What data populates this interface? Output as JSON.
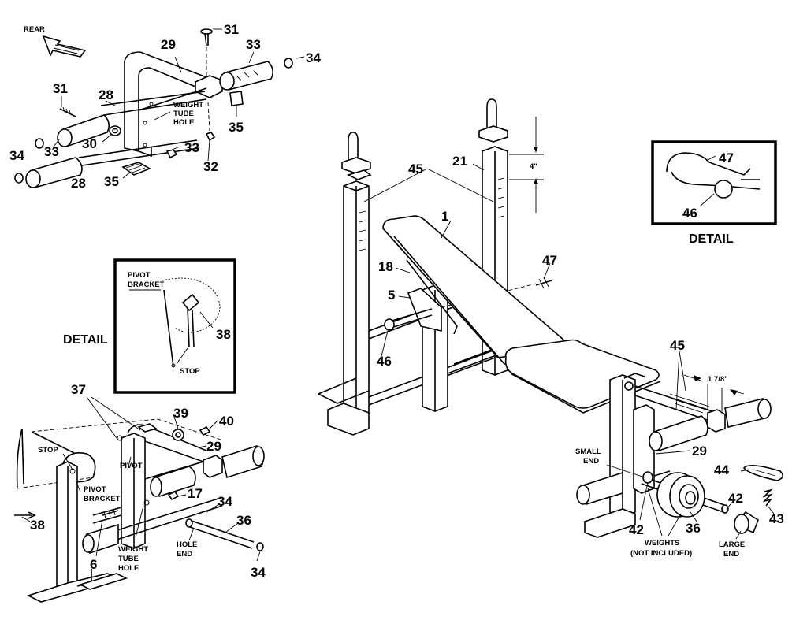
{
  "callouts": {
    "c31a": "31",
    "c33a": "33",
    "c34a": "34",
    "c29a": "29",
    "c31b": "31",
    "c28a": "28",
    "c35a": "35",
    "c30": "30",
    "c33b": "33",
    "c34b": "34",
    "c33c": "33",
    "c32": "32",
    "c28b": "28",
    "c35b": "35",
    "c21": "21",
    "c45a": "45",
    "c1": "1",
    "c18": "18",
    "c5": "5",
    "c46a": "46",
    "c47a": "47",
    "c47b": "47",
    "c46b": "46",
    "c38a": "38",
    "c37": "37",
    "c39": "39",
    "c40": "40",
    "c29b": "29",
    "c17": "17",
    "c34c": "34",
    "c36a": "36",
    "c38b": "38",
    "c6": "6",
    "c34d": "34",
    "c45b": "45",
    "c29c": "29",
    "c44": "44",
    "c42a": "42",
    "c42b": "42",
    "c43": "43",
    "c36b": "36"
  },
  "labels": {
    "rear": "REAR",
    "weight_tube_hole_top": [
      "WEIGHT",
      "TUBE",
      "HOLE"
    ],
    "detail_right": "DETAIL",
    "detail_left": "DETAIL",
    "pivot_bracket_detail": [
      "PIVOT",
      "BRACKET"
    ],
    "stop_detail": "STOP",
    "stop_left": "STOP",
    "pivot_left": "PIVOT",
    "pivot_bracket_left": [
      "PIVOT",
      "BRACKET"
    ],
    "weight_tube_hole_left": [
      "WEIGHT",
      "TUBE",
      "HOLE"
    ],
    "hole_end": [
      "HOLE",
      "END"
    ],
    "small_end": [
      "SMALL",
      "END"
    ],
    "weights": [
      "WEIGHTS",
      "(NOT INCLUDED)"
    ],
    "large_end": [
      "LARGE",
      "END"
    ],
    "dim_4": "4\"",
    "dim_1_7_8": "1 7/8\""
  }
}
